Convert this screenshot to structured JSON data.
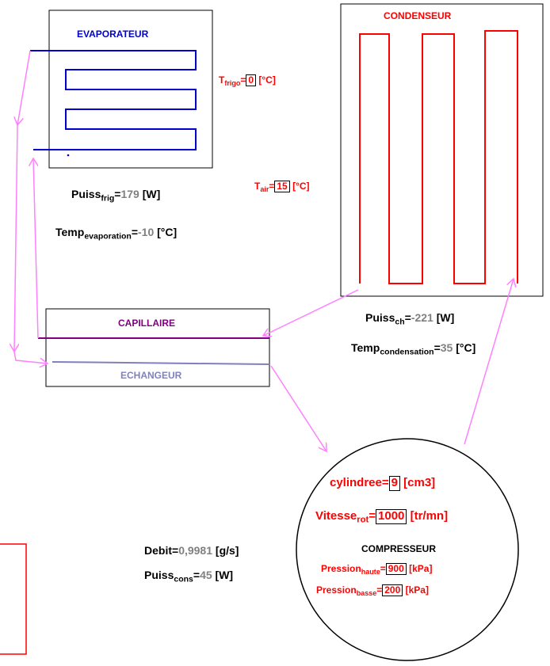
{
  "colors": {
    "evaporator": "#0000cc",
    "condenser": "#ff0000",
    "capillary": "#800080",
    "exchanger": "#8080c0",
    "arrow": "#ff80ff",
    "value_grey": "#808080",
    "param_red": "#ff0000"
  },
  "evaporateur": {
    "title": "EVAPORATEUR"
  },
  "condenseur": {
    "title": "CONDENSEUR"
  },
  "capillaire": {
    "title": "CAPILLAIRE"
  },
  "echangeur": {
    "title": "ECHANGEUR"
  },
  "compresseur": {
    "title": "COMPRESSEUR"
  },
  "t_frigo": {
    "label": "T",
    "sub": "frigo",
    "eq": "=",
    "value": "0",
    "unit": "[°C]"
  },
  "t_air": {
    "label": "T",
    "sub": "air",
    "eq": "=",
    "value": "15",
    "unit": "[°C]"
  },
  "puiss_frig": {
    "label": "Puiss",
    "sub": "frig",
    "eq": "=",
    "value": "179",
    "unit": "[W]"
  },
  "temp_evap": {
    "label": "Temp",
    "sub": "evaporation",
    "eq": "=",
    "value": "-10",
    "unit": "[°C]"
  },
  "puiss_ch": {
    "label": "Puiss",
    "sub": "ch",
    "eq": "=",
    "value": "-221",
    "unit": "[W]"
  },
  "temp_cond": {
    "label": "Temp",
    "sub": "condensation",
    "eq": "=",
    "value": "35",
    "unit": "[°C]"
  },
  "cylindree": {
    "label": "cylindree",
    "eq": "=",
    "value": "9",
    "unit": "[cm3]"
  },
  "vitesse": {
    "label": "Vitesse",
    "sub": "rot",
    "eq": "=",
    "value": "1000",
    "unit": "[tr/mn]"
  },
  "p_haute": {
    "label": "Pression",
    "sub": "haute",
    "eq": "=",
    "value": "900",
    "unit": "[kPa]"
  },
  "p_basse": {
    "label": "Pression",
    "sub": "basse",
    "eq": "=",
    "value": "200",
    "unit": "[kPa]"
  },
  "debit": {
    "label": "Debit",
    "eq": "=",
    "value": "0,9981",
    "unit": "[g/s]"
  },
  "puiss_cons": {
    "label": "Puiss",
    "sub": "cons",
    "eq": "=",
    "value": "45",
    "unit": "[W]"
  }
}
